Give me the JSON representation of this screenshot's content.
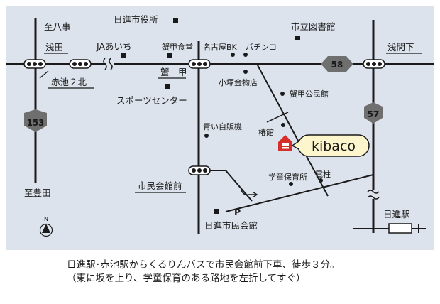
{
  "colors": {
    "map_bg": "#dde3ec",
    "road": "#1a1a1a",
    "signal_fill": "#ffffff",
    "route_sign_fill": "#6f6f6f",
    "route_sign_text": "#ffffff",
    "kibaco_fill": "#fdf6cc",
    "kibaco_stroke": "#1a1a1a",
    "kibaco_text": "#1d8fb5",
    "kibaco_icon": "#d62f2a"
  },
  "places": {
    "shi_yakusho": "日進市役所",
    "shiritsu_toshokan": "市立図書館",
    "itaru_hachiji": "至八事",
    "asada": "浅田",
    "ja_aichi": "JAあいち",
    "kanikou_shokudou": "蟹甲食堂",
    "nagoya_bk": "名古屋BK",
    "pachinko": "パチンコ",
    "asamashita": "浅間下",
    "akaike_2_kita": "赤池２北",
    "kanikou": "蟹　甲",
    "kozuka_kanamono": "小塚金物店",
    "kanikou_kouminkan": "蟹甲公民館",
    "sports_center": "スポーツセンター",
    "aoi_jihanki": "青い自販機",
    "tsubaki_kan": "椿館",
    "kibaco": "kibaco",
    "gakudou_hoikusho": "学童保育所",
    "denchuu": "電柱",
    "shi_minkaikan_mae": "市民会館前",
    "itaru_toyota": "至豊田",
    "parking": "P",
    "shi_minkaikan": "日進市民会館",
    "nisshin_eki": "日進駅",
    "north": "N"
  },
  "routes": {
    "r153": "153",
    "r58": "58",
    "r57": "57"
  },
  "caption": {
    "line1": "日進駅･赤池駅からくるりんバスで市民会館前下車、徒歩３分。",
    "line2": "（東に坂を上り、学童保育のある路地を左折してすぐ）"
  }
}
